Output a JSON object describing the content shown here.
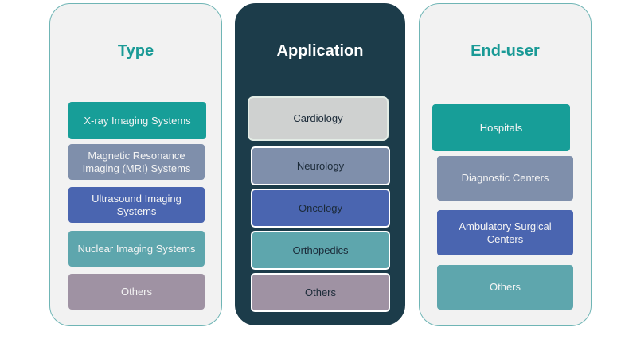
{
  "colors": {
    "teal": "#179e98",
    "slate": "#7f8fab",
    "blue": "#4a65b0",
    "aqua": "#5ea6ad",
    "mauve": "#9f92a3",
    "gray": "#cfd1d0",
    "dark_panel": "#1c3c4a"
  },
  "panels": [
    {
      "title": "Type",
      "items": [
        {
          "label": "X-ray Imaging Systems",
          "color": "#179e98"
        },
        {
          "label": "Magnetic Resonance Imaging (MRI) Systems",
          "color": "#7f8fab"
        },
        {
          "label": "Ultrasound Imaging Systems",
          "color": "#4a65b0"
        },
        {
          "label": "Nuclear Imaging Systems",
          "color": "#5ea6ad"
        },
        {
          "label": "Others",
          "color": "#9f92a3"
        }
      ]
    },
    {
      "title": "Application",
      "items": [
        {
          "label": "Cardiology",
          "color": "#cfd1d0"
        },
        {
          "label": "Neurology",
          "color": "#7f8fab"
        },
        {
          "label": "Oncology",
          "color": "#4a65b0"
        },
        {
          "label": "Orthopedics",
          "color": "#5ea6ad"
        },
        {
          "label": "Others",
          "color": "#9f92a3"
        }
      ]
    },
    {
      "title": "End-user",
      "items": [
        {
          "label": "Hospitals",
          "color": "#179e98"
        },
        {
          "label": "Diagnostic Centers",
          "color": "#7f8fab"
        },
        {
          "label": "Ambulatory Surgical Centers",
          "color": "#4a65b0"
        },
        {
          "label": "Others",
          "color": "#5ea6ad"
        }
      ]
    }
  ]
}
